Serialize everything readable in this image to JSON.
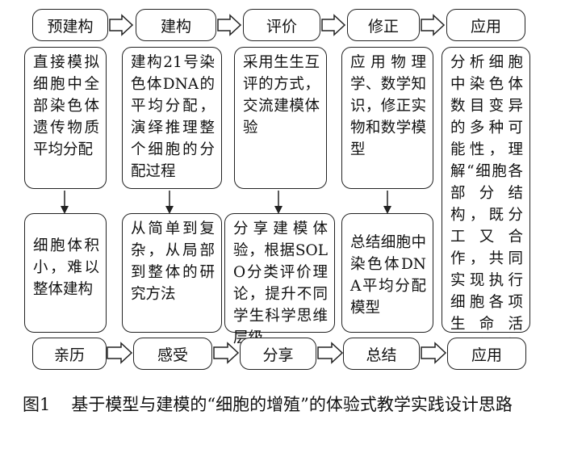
{
  "top_row": [
    {
      "id": "t1",
      "label": "预建构"
    },
    {
      "id": "t2",
      "label": "建构"
    },
    {
      "id": "t3",
      "label": "评价"
    },
    {
      "id": "t4",
      "label": "修正"
    },
    {
      "id": "t5",
      "label": "应用"
    }
  ],
  "middle_row": [
    {
      "id": "m1",
      "text": "直接模拟细胞中全部染色体遗传物质平均分配"
    },
    {
      "id": "m2",
      "text": "建构21号染色体DNA的平均分配，演绎推理整个细胞的分配过程"
    },
    {
      "id": "m3",
      "text": "采用生生互评的方式，交流建模体验"
    },
    {
      "id": "m4",
      "text": "应用物理学、数学知识，修正实物和数学模型"
    },
    {
      "id": "m5",
      "text": "分析细胞中染色体数目变异的多种可能性，理解“细胞各部分结构，既分工又合作，共同实现执行细胞各项生命活动”的概念"
    }
  ],
  "lower_row": [
    {
      "id": "l1",
      "text": "细胞体积小，难以整体建构"
    },
    {
      "id": "l2",
      "text": "从简单到复杂，从局部到整体的研究方法"
    },
    {
      "id": "l3",
      "text": "分享建模体验，根据SOLO分类评价理论，提升不同学生科学思维层级"
    },
    {
      "id": "l4",
      "text": "总结细胞中染色体DNA平均分配模型"
    }
  ],
  "bottom_row": [
    {
      "id": "b1",
      "label": "亲历"
    },
    {
      "id": "b2",
      "label": "感受"
    },
    {
      "id": "b3",
      "label": "分享"
    },
    {
      "id": "b4",
      "label": "总结"
    },
    {
      "id": "b5",
      "label": "应用"
    }
  ],
  "caption": {
    "figure_number": "图1",
    "text": "基于模型与建模的“细胞的增殖”的体验式教学实践设计思路"
  }
}
